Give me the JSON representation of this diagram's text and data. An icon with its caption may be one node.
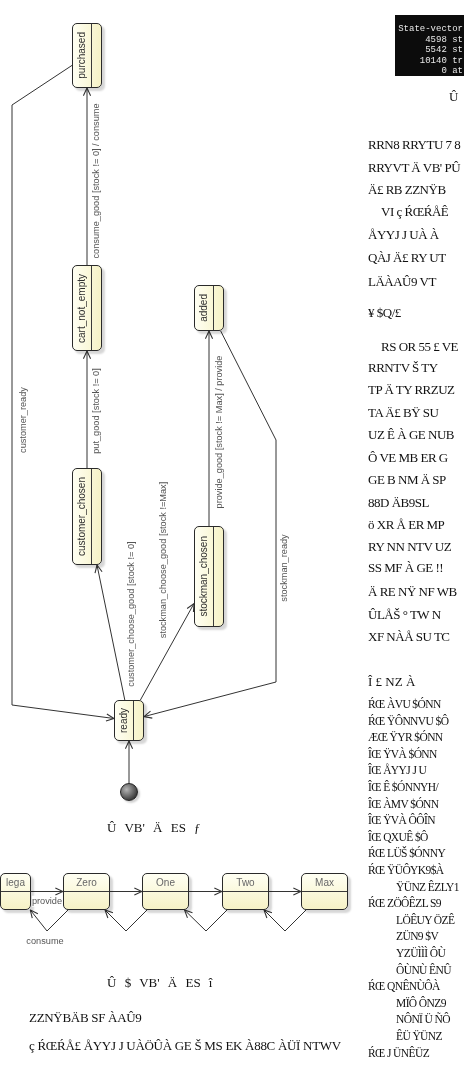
{
  "diagram": {
    "nodes": [
      {
        "text": [
          "purchased"
        ]
      },
      {
        "text": [
          "cart_not_empty"
        ]
      },
      {
        "text": [
          "added"
        ]
      },
      {
        "text": [
          "customer_chosen"
        ]
      },
      {
        "text": [
          "stockman_chosen"
        ]
      },
      {
        "text": [
          "ready"
        ]
      },
      {
        "text": [],
        "shape": "circle"
      },
      {
        "text": [
          "lega"
        ]
      },
      {
        "text": [
          "Zero"
        ]
      },
      {
        "text": [
          "One"
        ]
      },
      {
        "text": [
          "Two"
        ]
      },
      {
        "text": [
          "Max"
        ]
      },
      {
        "text": [
          "State-vector",
          "4598 st",
          "5542 st",
          "10140 tr",
          "0 at"
        ]
      }
    ],
    "edges": [
      {
        "from": 6,
        "to": 5,
        "arrow": "to"
      },
      {
        "from": 5,
        "to": 3,
        "arrow": "to",
        "label": "customer_choose_good [stock != 0]"
      },
      {
        "from": 5,
        "to": 4,
        "arrow": "to",
        "label": "stockman_choose_good [stock !=Max]"
      },
      {
        "from": 3,
        "to": 1,
        "arrow": "to",
        "label": "put_good [stock != 0]"
      },
      {
        "from": 1,
        "to": 0,
        "arrow": "to",
        "label": "consume_good [stock != 0] / consume"
      },
      {
        "from": 0,
        "to": 5,
        "arrow": "to",
        "label": "customer_ready"
      },
      {
        "from": 4,
        "to": 2,
        "arrow": "to",
        "label": "provide_good [stock != Max] / provide"
      },
      {
        "from": 2,
        "to": 5,
        "arrow": "to",
        "label": "stockman_ready"
      },
      {
        "from": 7,
        "to": 8,
        "arrow": "to",
        "label": "provide"
      },
      {
        "from": 8,
        "to": 9,
        "arrow": "to"
      },
      {
        "from": 9,
        "to": 10,
        "arrow": "to"
      },
      {
        "from": 10,
        "to": 11,
        "arrow": "to"
      },
      {
        "from": 8,
        "to": 7,
        "arrow": "to",
        "label": "consume"
      },
      {
        "from": 9,
        "to": 8,
        "arrow": "to"
      },
      {
        "from": 10,
        "to": 9,
        "arrow": "to"
      },
      {
        "from": 11,
        "to": 10,
        "arrow": "to"
      }
    ],
    "labels": [
      "Û VB' Ä ES ƒ",
      "Û $ VB' Ä ES î",
      "ZZNŸBÄB SF ÀAÛ9",
      "ç ŔŒŔÅ£ ÅYYJ J UÀÖÛÀ GE Š MS EK À88C ÀÜÏ NTWV",
      "Û",
      "RRN8 RRYTU 7 8",
      "RRYVT Ä VB' PÛ",
      "Ä£ RB ZZNŸB",
      "VI ç ŔŒŔÅÊ",
      "ÅYYJ J UÀ À",
      "QÀJ Ä£ RY UT",
      "LÄÀAÛ9 VT",
      "¥ $Q/£",
      "RS OR 55 £ VE",
      "RRNTV Š TY",
      "TP Ä TY RRZUZ",
      "TA Ä£ BŸ SU",
      "UZ Ê À GE NUB",
      "Ô VE MB ER G",
      "GE B NM Ä SP",
      "88D ÄB9SL",
      "ö XR Å ER MP",
      "RY NN NTV UZ",
      "SS MF À GE !!",
      "Ä RE NŸ NF WB",
      "ÛLÅŠ ° TW N",
      "XF NÀÅ SU TC",
      "Î £ NZ À",
      "ŔŒ ÀVU $ÓNN",
      "ŔŒ ŸÔNNVU $Ô",
      "ÆŒ ŸYR $ÓNN",
      "ÎŒ ŸVÀ $ÓNN",
      "ÎŒ ÅYYJ J U",
      "ÎŒ Ê $ÓNNYH/",
      "ÎŒ ÀMV $ÓNN",
      "ÎŒ ŸVÀ ÔÔÎN",
      "ÎŒ QXUÊ $Ô",
      "ŔŒ LÜŠ $ÓNNY",
      "ŔŒ ŸÜÔYK9$À",
      "ŸÜNZ ÊZLY1",
      "ŔŒ ZÖÔÊZL S9",
      "LÖÊUY ÖZÊ",
      "ZÜN9 $V",
      "YZÜÌÌÌ ÔÙ",
      "ÔÙNÙ ÊNÛ",
      "ŔŒ QNÊNÙÔÀ",
      "MÏÔ ÔNZ9",
      "NÔNÏ Ü ÑÔ",
      "ÊÜ ŸÜNZ",
      "ŔŒ J ÜNÊÜZ"
    ]
  }
}
